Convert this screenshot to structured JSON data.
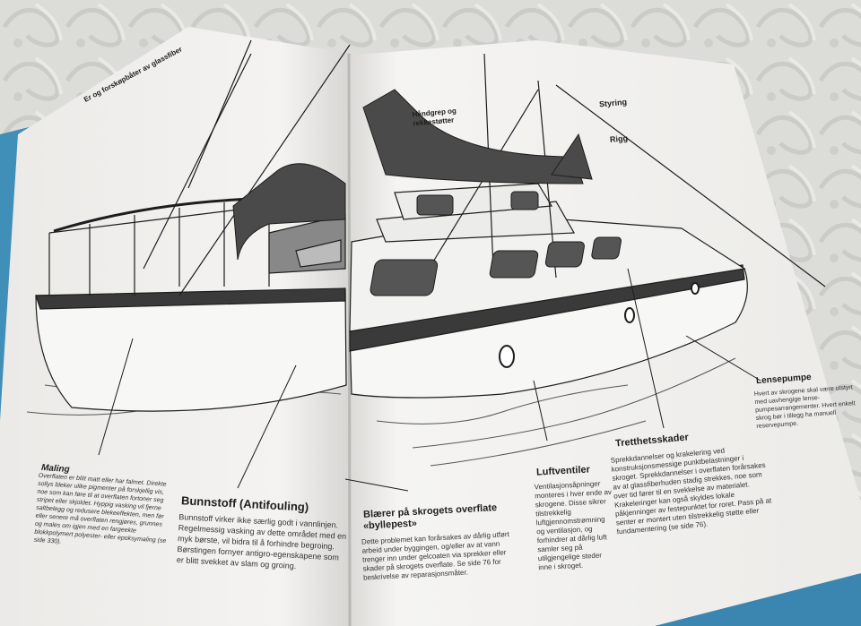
{
  "book": {
    "running_head": "Er og forskøpbåter av glassfiber",
    "colors": {
      "tablecloth": "#d9d9d6",
      "paper": "#f4f3f1",
      "ink": "#1d1d1d",
      "canvas_gray": "#4a4a4a",
      "cover_blue": "#3f8fb8"
    }
  },
  "labels": {
    "handgrep": "Håndgrep og rekkestøtter",
    "styring": "Styring",
    "rigg": "Rigg",
    "lensepumpe": "Lensepumpe",
    "lensepumpe_text": "Hvert av skrogene skal være utstyrt med uavhengige lense-pumpesarrangementer. Hvert enkelt skrog bør i tillegg ha manuell reservepumpe.",
    "tretthetsskader": "Tretthetsskader",
    "tretthetsskader_text": "Sprekkdannelser og krakelering ved konstruksjonsmessige punktbelastninger i skroget. Sprekkdannelser i overflaten forårsakes av at glassfiberhuden stadig strekkes, noe som over tid fører til en svekkelse av materialet. Krakeleringer kan også skyldes lokale påkjenninger av festepunktet for roret. Pass på at senter er montert uten tilstrekkelig støtte eller fundamentering (se side 76).",
    "luftventiler": "Luftventiler",
    "luftventiler_text": "Ventilasjonsåpninger monteres i hver ende av skrogene. Disse sikrer tilstrekkelig luftgjennomstrømning og ventilasjon, og forhindrer at dårlig luft samler seg på utilgjengelige steder inne i skroget.",
    "blaerer": "Blærer på skrogets overflate",
    "blaerer_sub": "«byllepest»",
    "blaerer_text": "Dette problemet kan forårsakes av dårlig utført arbeid under byggingen, og/eller av at vann trenger inn under gelcoaten via sprekker eller skader på skrogets overflate. Se side 76 for beskrivelse av reparasjonsmåter.",
    "bunnstoff": "Bunnstoff (Antifouling)",
    "bunnstoff_text": "Bunnstoff virker ikke særlig godt i vannlinjen. Regelmessig vasking av dette området med en myk børste, vil bidra til å forhindre begroing. Børstingen fornyer antigro-egenskapene som er blitt svekket av slam og groing.",
    "maling": "Maling",
    "maling_text": "Overflaten er blitt matt eller har falmet. Direkte sollys bleker ulike pigmenter på forskjellig vis, noe som kan føre til at overflaten fortoner seg stripet eller skjoldet. Hyppig vasking vil fjerne saltbelegg og redusere blekeeffekten, men før eller senere må overflaten rengjøres, grunnes og males om igjen med en fargeekte blokkpolymert polyester- eller epoksymaling (se side 330)."
  }
}
